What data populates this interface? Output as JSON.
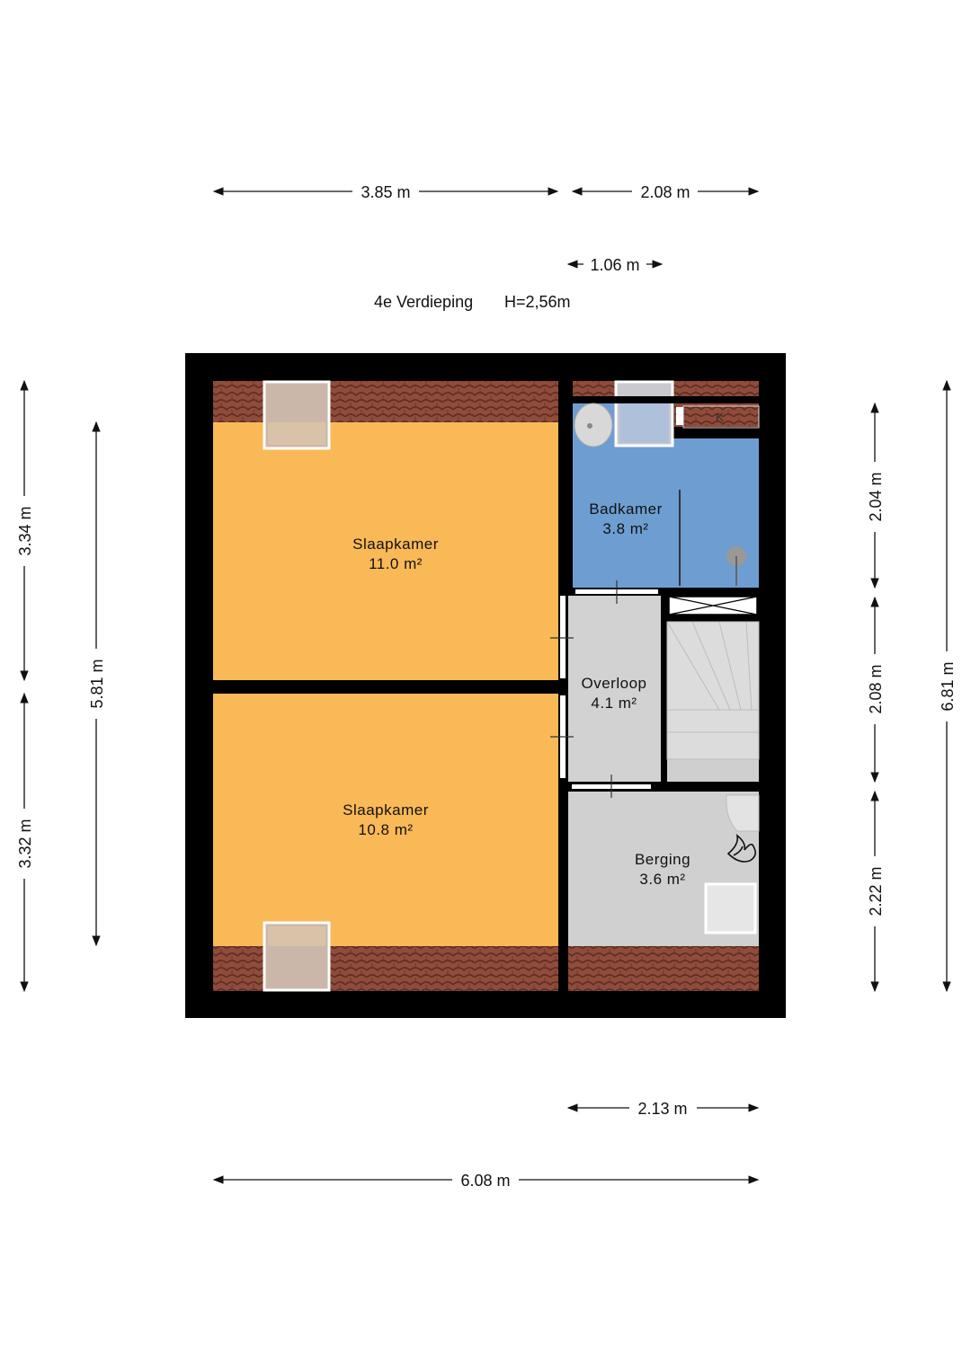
{
  "floor": {
    "name": "4e Verdieping",
    "height": "H=2,56m"
  },
  "dimensions": {
    "top_left": "3.85 m",
    "top_right": "2.08 m",
    "top_small": "1.06 m",
    "left_upper": "3.34 m",
    "left_lower": "3.32 m",
    "left_total": "5.81 m",
    "right_upper": "2.04 m",
    "right_middle": "2.08 m",
    "right_lower": "2.22 m",
    "right_total": "6.81 m",
    "bottom_small": "2.13 m",
    "bottom_total": "6.08 m"
  },
  "rooms": {
    "slaapkamer_1": {
      "name": "Slaapkamer",
      "area": "11.0 m²"
    },
    "slaapkamer_2": {
      "name": "Slaapkamer",
      "area": "10.8 m²"
    },
    "badkamer": {
      "name": "Badkamer",
      "area": "3.8 m²"
    },
    "overloop": {
      "name": "Overloop",
      "area": "4.1 m²"
    },
    "berging": {
      "name": "Berging",
      "area": "3.6 m²"
    }
  },
  "fixtures": {
    "kast_label": "K"
  },
  "colors": {
    "bedroom": "#f9b957",
    "bathroom": "#6e9ed1",
    "hall": "#d0d0d0",
    "wall": "#000000",
    "roof_tile": "#8b4a3a"
  }
}
